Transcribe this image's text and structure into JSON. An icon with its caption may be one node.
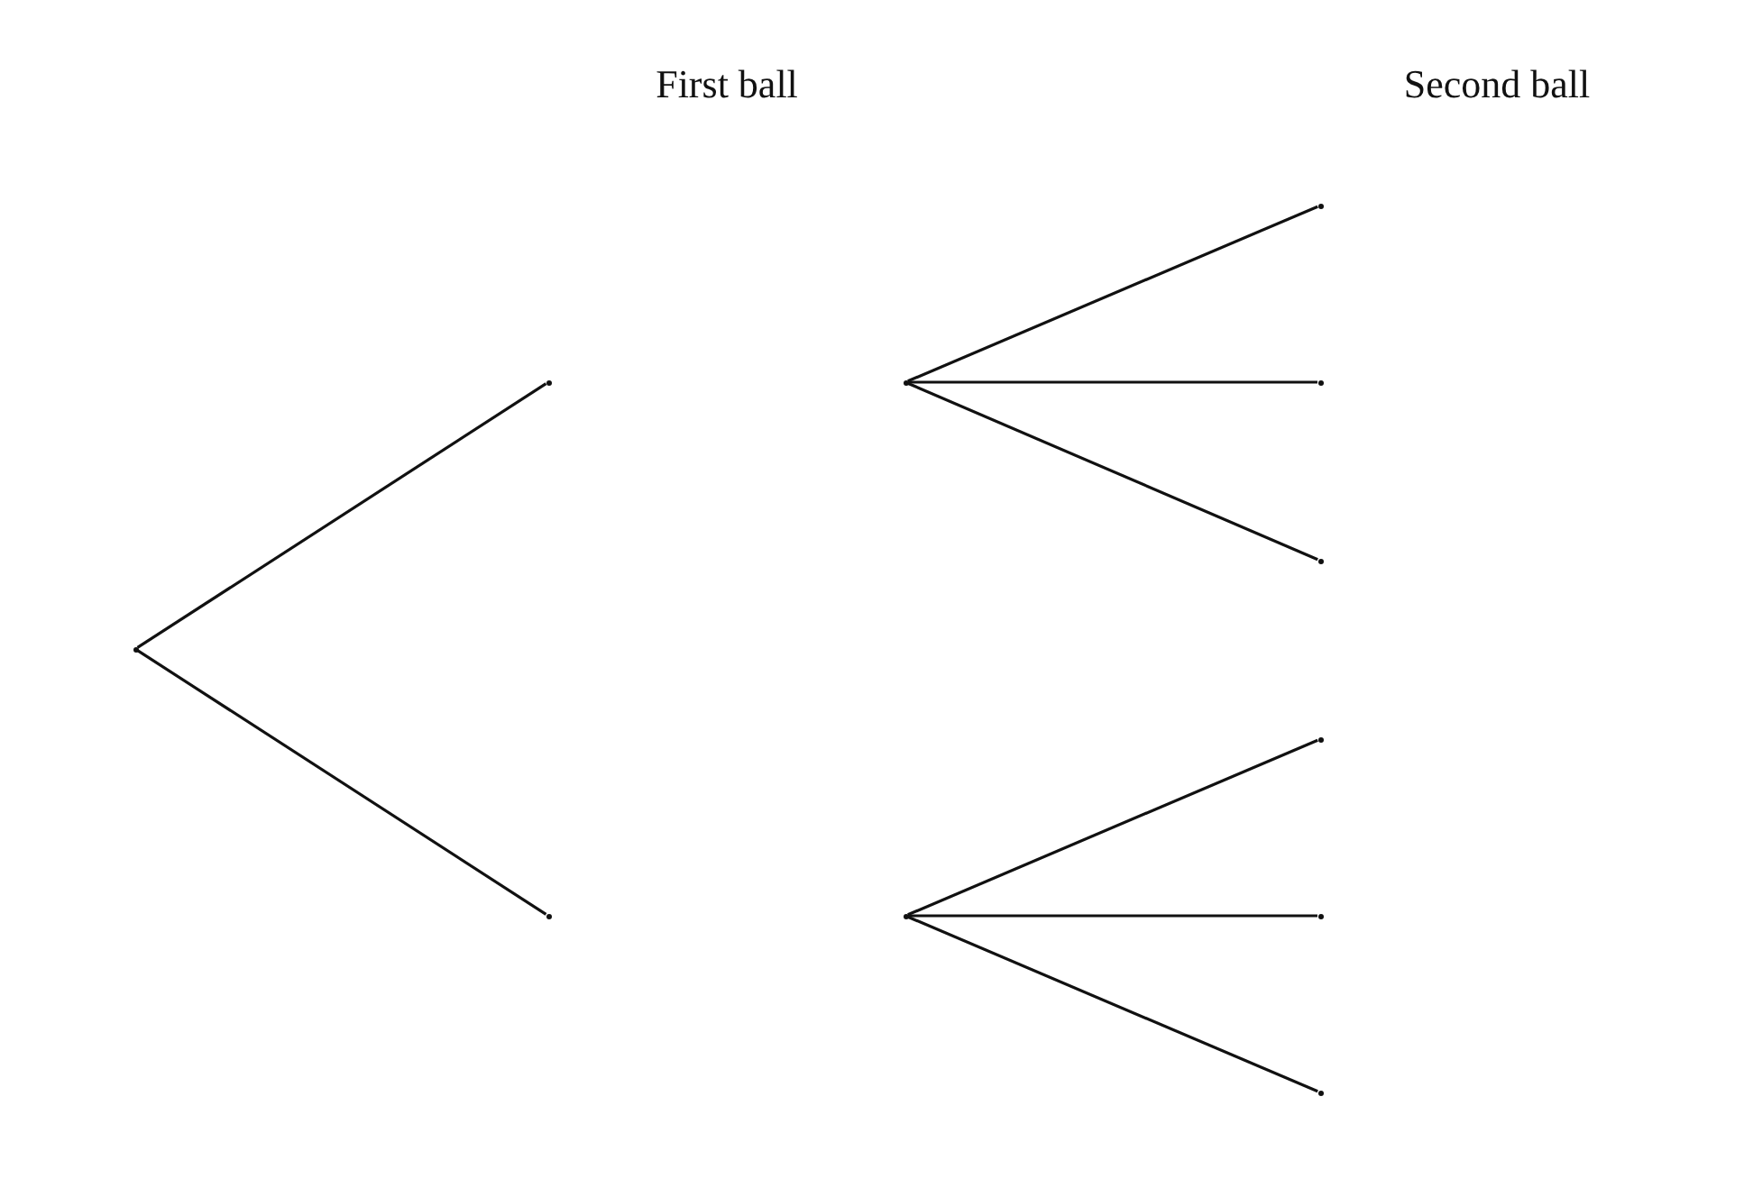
{
  "diagram": {
    "nodes": [
      {
        "text": [],
        "shape": "point"
      },
      {
        "text": [],
        "shape": "point"
      },
      {
        "text": [],
        "shape": "point"
      },
      {
        "text": [],
        "shape": "point"
      },
      {
        "text": [],
        "shape": "point"
      },
      {
        "text": [],
        "shape": "point"
      },
      {
        "text": [],
        "shape": "point"
      },
      {
        "text": [],
        "shape": "point"
      },
      {
        "text": [],
        "shape": "point"
      },
      {
        "text": [],
        "shape": "point"
      },
      {
        "text": [],
        "shape": "point"
      }
    ],
    "edges": [
      {
        "from": 0,
        "to": 1,
        "arrow": "none"
      },
      {
        "from": 0,
        "to": 2,
        "arrow": "none"
      },
      {
        "from": 3,
        "to": 5,
        "arrow": "none"
      },
      {
        "from": 3,
        "to": 6,
        "arrow": "none"
      },
      {
        "from": 3,
        "to": 7,
        "arrow": "none"
      },
      {
        "from": 4,
        "to": 8,
        "arrow": "none"
      },
      {
        "from": 4,
        "to": 9,
        "arrow": "none"
      },
      {
        "from": 4,
        "to": 10,
        "arrow": "none"
      }
    ],
    "labels": [
      "First ball",
      "Second ball"
    ]
  }
}
